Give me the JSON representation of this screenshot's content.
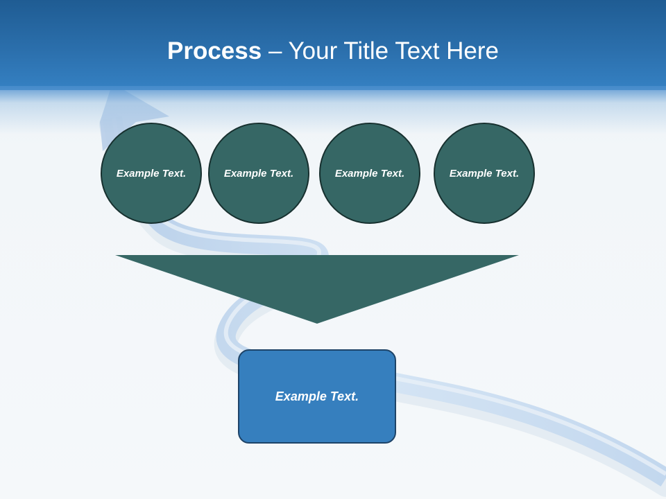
{
  "title": {
    "strong": "Process",
    "rest": " – Your Title Text Here"
  },
  "steps": [
    {
      "label": "Example Text."
    },
    {
      "label": "Example Text."
    },
    {
      "label": "Example Text."
    },
    {
      "label": "Example Text."
    }
  ],
  "result": {
    "label": "Example Text."
  },
  "colors": {
    "header": "#2b6fac",
    "step_fill": "#366765",
    "funnel_fill": "#366765",
    "result_fill": "#367fbe",
    "arrow": "#c9dcf0"
  }
}
